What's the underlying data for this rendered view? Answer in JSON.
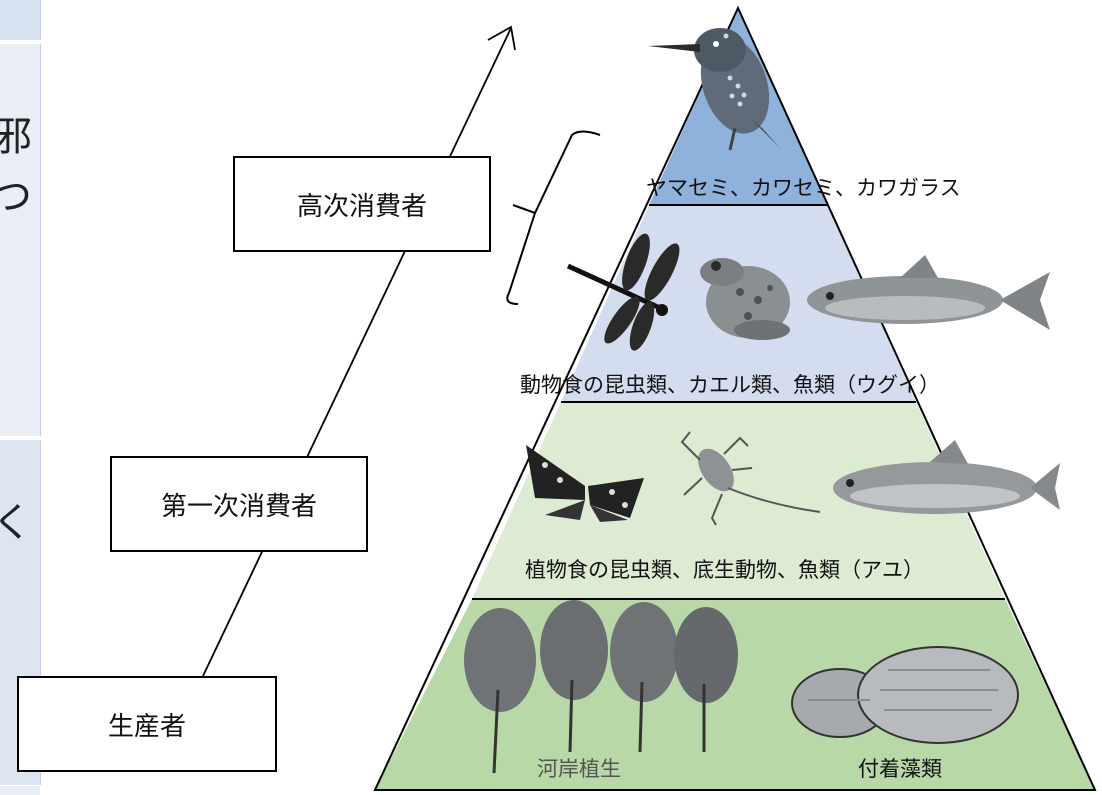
{
  "side_panel": {
    "fragment_top": "邪",
    "fragment_mid": "つ",
    "fragment_bottom": "く"
  },
  "levels": {
    "high_consumer": "高次消費者",
    "first_consumer": "第一次消費者",
    "producer": "生産者"
  },
  "tiers": {
    "top": "ヤマセミ、カワセミ、カワガラス",
    "carnivore": "動物食の昆虫類、カエル類、魚類（ウグイ）",
    "herbivore": "植物食の昆虫類、底生動物、魚類（アユ）",
    "producer_left": "河岸植生",
    "producer_right": "付着藻類"
  },
  "colors": {
    "tier_top": "#8fb2dc",
    "tier_carnivore": "#d4dcef",
    "tier_herbivore": "#dcebd2",
    "tier_producer": "#b9d8a8"
  },
  "icons": [
    "kingfisher-icon",
    "dragonfly-icon",
    "frog-icon",
    "dace-fish-icon",
    "butterfly-icon",
    "mayfly-larva-icon",
    "ayu-fish-icon",
    "riverside-tree-icon",
    "algae-rock-icon"
  ]
}
